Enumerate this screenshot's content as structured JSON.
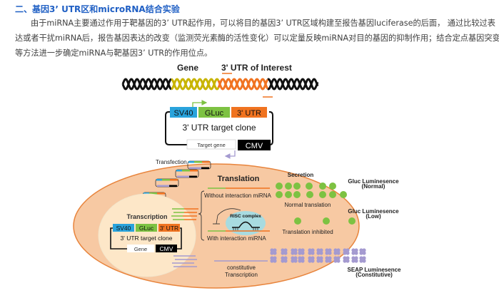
{
  "article": {
    "heading": "二、基因3’ UTR区和microRNA结合实验",
    "paragraph_lines": [
      "由于miRNA主要通过作用于靶基因的3’ UTR起作用，可以将目的基因3’ UTR区域构建至报告基因luciferase的后面， 通过比较过表",
      "达或者干扰miRNA后，报告基因表达的改变（监测荧光素酶的活性变化）可以定量反映miRNA对目的基因的抑制作用；结合定点基因突变",
      "等方法进一步确定miRNA与靶基因3’ UTR的作用位点。"
    ]
  },
  "figure": {
    "dna": {
      "gene_label": "Gene",
      "utr_label": "3' UTR of Interest"
    },
    "clone": {
      "sv40": "SV40",
      "gluc": "GLuc",
      "utr": "3' UTR",
      "title": "3' UTR target clone",
      "target_gene": "Target gene",
      "cmv": "CMV"
    },
    "cell": {
      "transfection": "Transfection",
      "translation": "Translation",
      "without_interaction": "Without interaction miRNA",
      "with_interaction": "With interaction miRNA",
      "risc": "RISC complex",
      "transcription": "Transcription",
      "inner_clone": {
        "sv40": "SV40",
        "gluc": "GLuc",
        "utr": "3' UTR",
        "title": "3' UTR target clone",
        "gene": "Gene",
        "cmv": "CMV"
      },
      "constitutive_line1": "constitutive",
      "constitutive_line2": "Transcription",
      "secretion": "Secretion",
      "normal_translation": "Normal translation",
      "translation_inhibited": "Translation inhibited"
    },
    "outputs": {
      "normal_line1": "Gluc Luminesence",
      "normal_line2": "(Normal)",
      "low_line1": "Gluc Luminesence",
      "low_line2": "(Low)",
      "seap_line1": "SEAP Luminesence",
      "seap_line2": "(Constitutive)"
    },
    "colors": {
      "sv40": "#29a3dc",
      "gluc": "#7dc242",
      "utr": "#f07320",
      "cmv": "#000000",
      "dna_gene": "#c8b400",
      "dna_utr": "#f07320",
      "cell_fill": "#f7c9a3",
      "cell_stroke": "#e8843c",
      "nucleus_fill": "#fde7c8",
      "risc_fill": "#a8dbe0",
      "seap": "#a49ad0",
      "heading": "#1f5fc4"
    }
  }
}
